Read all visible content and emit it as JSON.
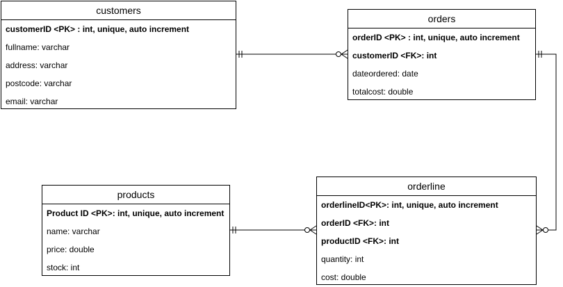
{
  "entities": {
    "customers": {
      "title": "customers",
      "attributes": [
        {
          "text": "customerID <PK> : int, unique, auto increment",
          "key": true
        },
        {
          "text": "fullname: varchar",
          "key": false
        },
        {
          "text": "address: varchar",
          "key": false
        },
        {
          "text": "postcode: varchar",
          "key": false
        },
        {
          "text": "email: varchar",
          "key": false
        }
      ]
    },
    "orders": {
      "title": "orders",
      "attributes": [
        {
          "text": "orderID <PK>  : int, unique, auto increment",
          "key": true
        },
        {
          "text": "customerID <FK>: int",
          "key": true
        },
        {
          "text": "dateordered: date",
          "key": false
        },
        {
          "text": "totalcost: double",
          "key": false
        }
      ]
    },
    "products": {
      "title": "products",
      "attributes": [
        {
          "text": "Product ID <PK>: int, unique, auto increment",
          "key": true
        },
        {
          "text": "name: varchar",
          "key": false
        },
        {
          "text": "price: double",
          "key": false
        },
        {
          "text": "stock: int",
          "key": false
        }
      ]
    },
    "orderline": {
      "title": "orderline",
      "attributes": [
        {
          "text": "orderlineID<PK>: int, unique, auto increment",
          "key": true
        },
        {
          "text": "orderID <FK>: int",
          "key": true
        },
        {
          "text": "productID <FK>: int",
          "key": true
        },
        {
          "text": "quantity: int",
          "key": false
        },
        {
          "text": "cost: double",
          "key": false
        }
      ]
    }
  },
  "relationships": [
    {
      "from": "customers",
      "to": "orders",
      "from_end": "one-mandatory",
      "to_end": "zero-or-many"
    },
    {
      "from": "orders",
      "to": "orderline",
      "from_end": "one-mandatory",
      "to_end": "zero-or-many"
    },
    {
      "from": "products",
      "to": "orderline",
      "from_end": "one-mandatory",
      "to_end": "zero-or-many"
    }
  ]
}
